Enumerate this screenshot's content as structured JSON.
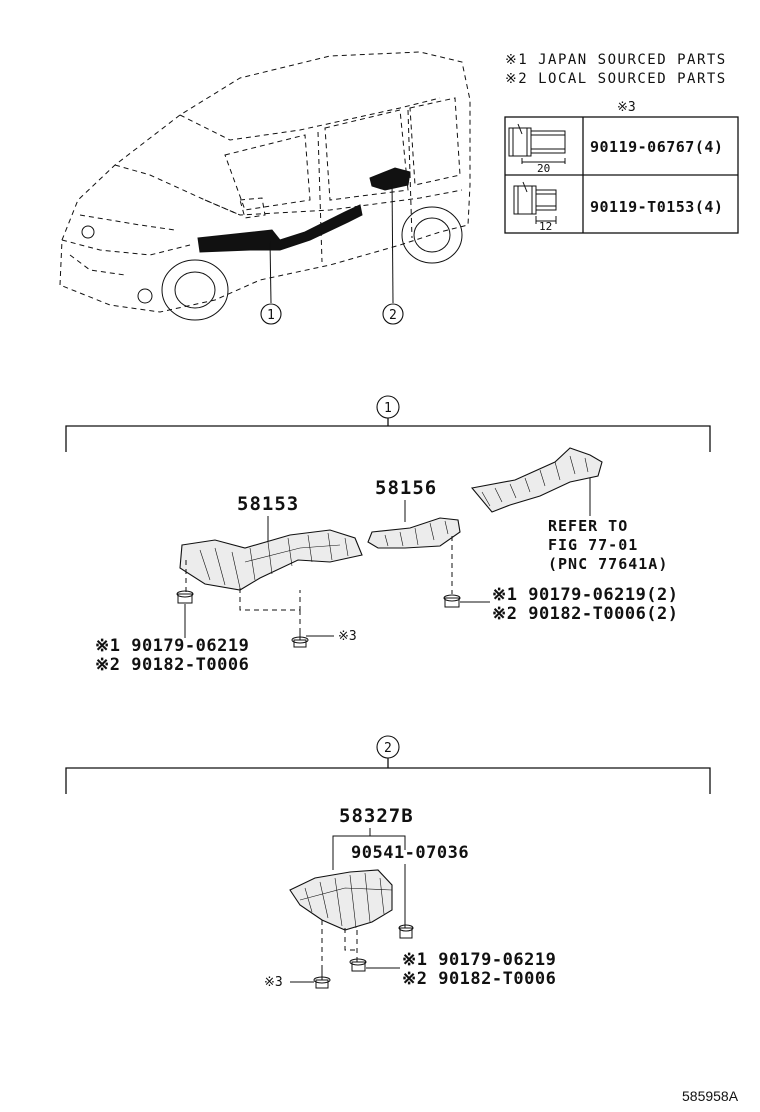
{
  "legend": {
    "line1": "※1 JAPAN SOURCED PARTS",
    "line2": "※2 LOCAL SOURCED PARTS",
    "table_header": "※3",
    "rows": [
      {
        "part": "90119-06767(4)",
        "dim": "20"
      },
      {
        "part": "90119-T0153(4)",
        "dim": "12"
      }
    ]
  },
  "overview": {
    "callout1": "1",
    "callout2": "2"
  },
  "section1": {
    "marker": "1",
    "part_a": "58153",
    "part_b": "58156",
    "refer": {
      "line1": "REFER TO",
      "line2": "FIG 77-01",
      "line3": "(PNC 77641A)"
    },
    "fastener_right": {
      "l1": "※1 90179-06219(2)",
      "l2": "※2 90182-T0006(2)"
    },
    "fastener_left": {
      "l1": "※1 90179-06219",
      "l2": "※2 90182-T0006"
    },
    "bolt_note": "※3"
  },
  "section2": {
    "marker": "2",
    "part": "58327B",
    "clip": "90541-07036",
    "fastener": {
      "l1": "※1 90179-06219",
      "l2": "※2 90182-T0006"
    },
    "bolt_note": "※3"
  },
  "footer": {
    "code": "585958A"
  }
}
